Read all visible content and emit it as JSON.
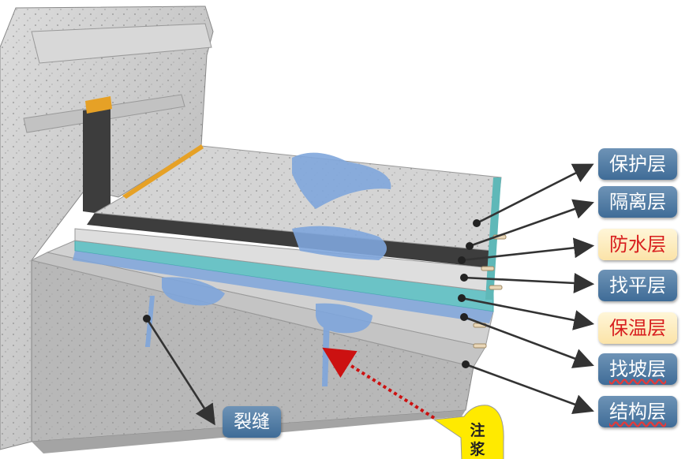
{
  "layers": [
    {
      "label": "保护层",
      "highlight": false,
      "underline": false
    },
    {
      "label": "隔离层",
      "highlight": false,
      "underline": false
    },
    {
      "label": "防水层",
      "highlight": true,
      "underline": false
    },
    {
      "label": "找平层",
      "highlight": false,
      "underline": false
    },
    {
      "label": "保温层",
      "highlight": true,
      "underline": false
    },
    {
      "label": "找坡层",
      "highlight": false,
      "underline": true
    },
    {
      "label": "结构层",
      "highlight": false,
      "underline": true
    }
  ],
  "crack_label": "裂缝",
  "callout_text": "注浆",
  "colors": {
    "label_blue": "#4f7aa3",
    "highlight_text": "#d81e1e",
    "highlight_bg": "#fdeec3",
    "water": "#7fa6dc",
    "insulation": "#6bc3c6",
    "membrane": "#3a3a3a",
    "flashing": "#e6a126",
    "concrete": "#c9c9c9",
    "callout_yellow": "#ffea00",
    "arrow_red": "#cc1111"
  }
}
